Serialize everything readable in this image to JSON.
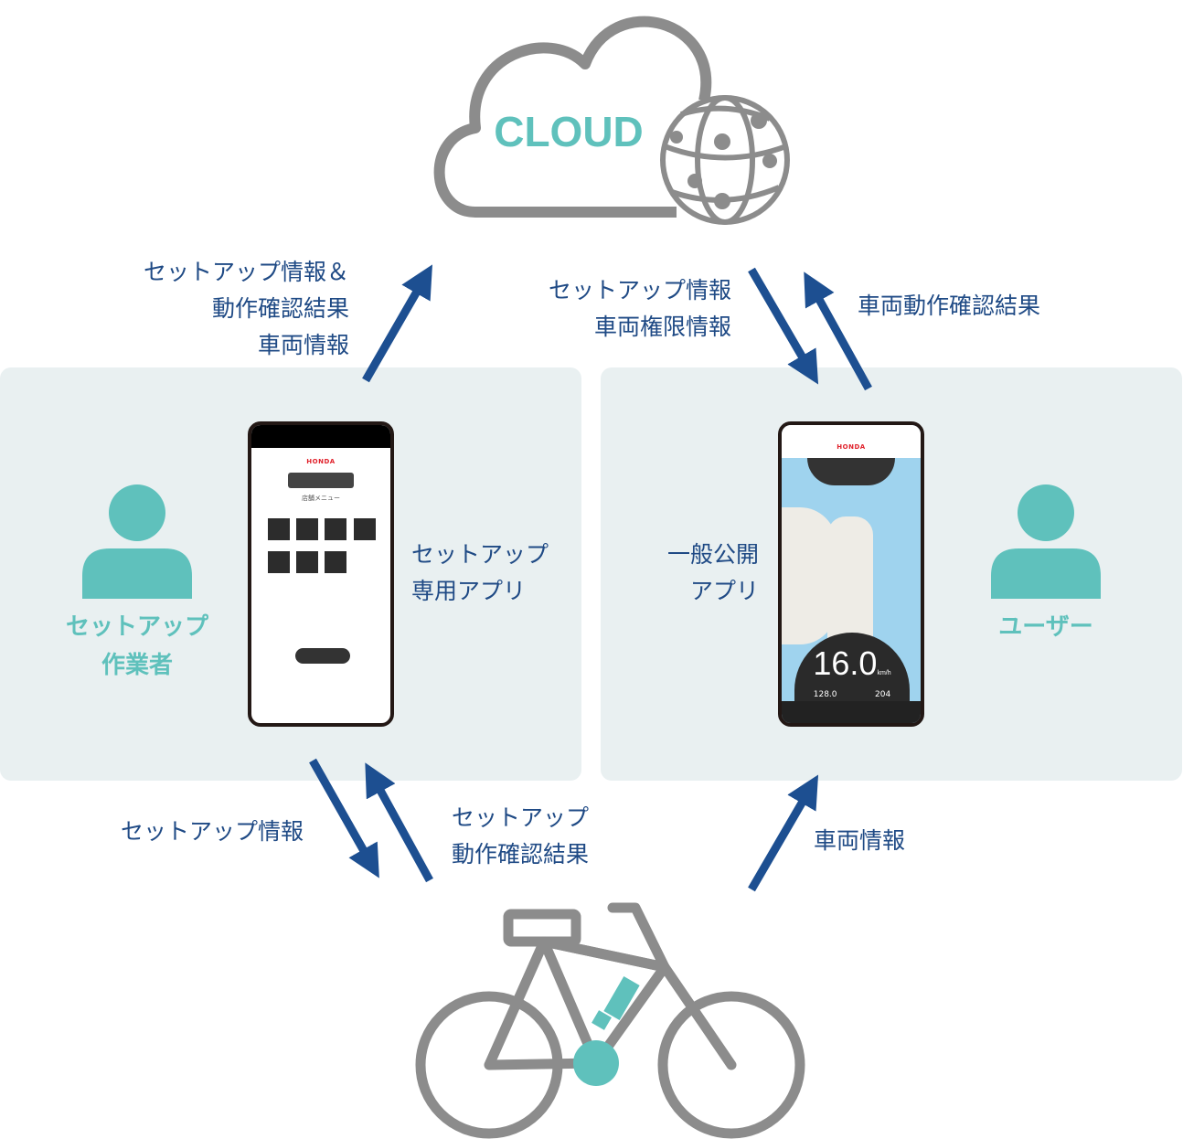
{
  "cloud": {
    "label": "CLOUD"
  },
  "arrows": {
    "setup_to_cloud": [
      "セットアップ情報＆",
      "動作確認結果",
      "車両情報"
    ],
    "cloud_to_user": [
      "セットアップ情報",
      "車両権限情報"
    ],
    "user_to_cloud": "車両動作確認結果",
    "setup_to_bike": "セットアップ情報",
    "bike_to_setup": [
      "セットアップ",
      "動作確認結果"
    ],
    "bike_to_user": "車両情報"
  },
  "left_panel": {
    "person": [
      "セットアップ",
      "作業者"
    ],
    "app_label": [
      "セットアップ",
      "専用アプリ"
    ],
    "phone": {
      "brand": "HONDA",
      "menu_title": "店舗メニュー"
    }
  },
  "right_panel": {
    "person": "ユーザー",
    "app_label": [
      "一般公開",
      "アプリ"
    ],
    "phone": {
      "brand": "HONDA",
      "speed": "16.0",
      "speed_unit": "km/h",
      "odo": "128.0",
      "range": "204"
    }
  },
  "colors": {
    "navy": "#1f4a85",
    "arrow": "#1d4f91",
    "teal": "#5fc1bc",
    "gray": "#8c8c8c",
    "panel": "#e9f0f1"
  }
}
